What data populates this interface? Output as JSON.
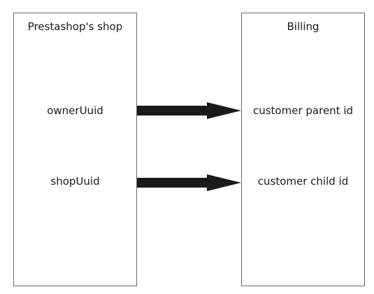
{
  "source": {
    "title": "Prestashop's shop",
    "fields": [
      "ownerUuid",
      "shopUuid"
    ]
  },
  "target": {
    "title": "Billing",
    "fields": [
      "customer parent id",
      "customer child id"
    ]
  },
  "colors": {
    "border": "#6b6b6b",
    "arrow": "#1a1a1a",
    "text": "#1a1a1a"
  }
}
